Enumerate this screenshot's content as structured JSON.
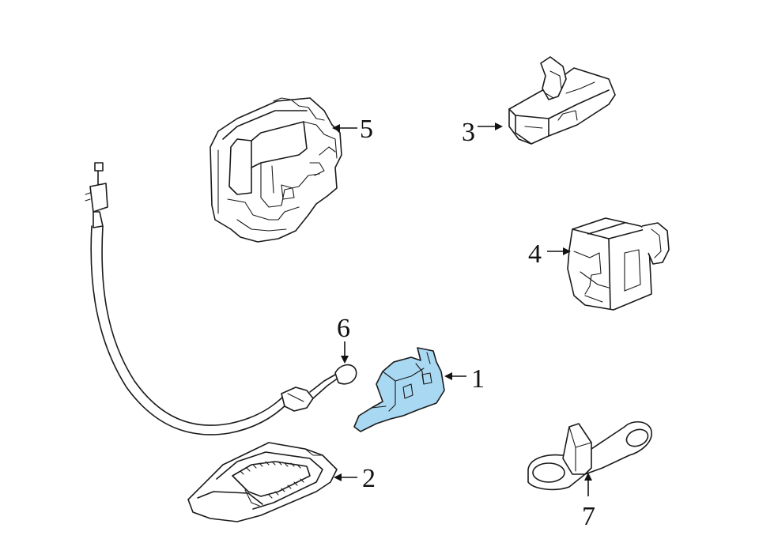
{
  "diagram": {
    "highlight_color": "#a9d8f2",
    "callouts": [
      {
        "id": "1",
        "label": "1"
      },
      {
        "id": "2",
        "label": "2"
      },
      {
        "id": "3",
        "label": "3"
      },
      {
        "id": "4",
        "label": "4"
      },
      {
        "id": "5",
        "label": "5"
      },
      {
        "id": "6",
        "label": "6"
      },
      {
        "id": "7",
        "label": "7"
      }
    ]
  }
}
